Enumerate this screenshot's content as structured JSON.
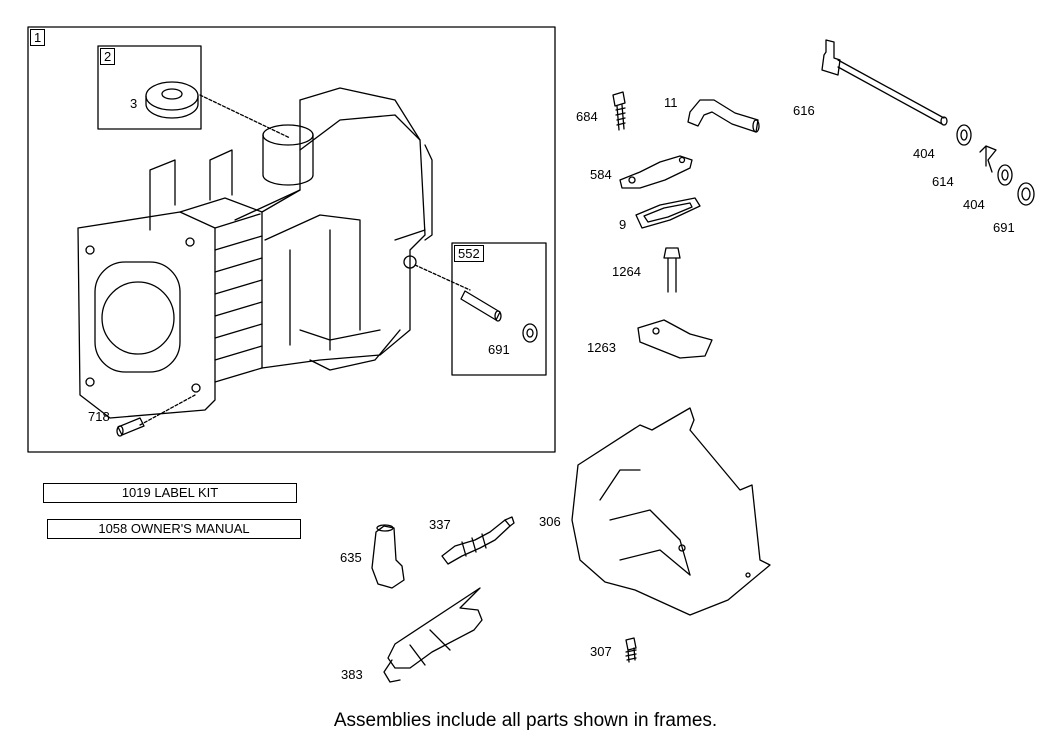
{
  "diagram": {
    "frames": [
      {
        "tag": "1"
      },
      {
        "tag": "2"
      },
      {
        "tag": "552"
      }
    ],
    "part_labels": [
      {
        "id": "p3",
        "text": "3"
      },
      {
        "id": "p718",
        "text": "718"
      },
      {
        "id": "p691a",
        "text": "691"
      },
      {
        "id": "p684",
        "text": "684"
      },
      {
        "id": "p11",
        "text": "11"
      },
      {
        "id": "p616",
        "text": "616"
      },
      {
        "id": "p404a",
        "text": "404"
      },
      {
        "id": "p614",
        "text": "614"
      },
      {
        "id": "p404b",
        "text": "404"
      },
      {
        "id": "p691b",
        "text": "691"
      },
      {
        "id": "p584",
        "text": "584"
      },
      {
        "id": "p9",
        "text": "9"
      },
      {
        "id": "p1264",
        "text": "1264"
      },
      {
        "id": "p1263",
        "text": "1263"
      },
      {
        "id": "p337",
        "text": "337"
      },
      {
        "id": "p306",
        "text": "306"
      },
      {
        "id": "p635",
        "text": "635"
      },
      {
        "id": "p307",
        "text": "307"
      },
      {
        "id": "p383",
        "text": "383"
      }
    ],
    "kits": [
      {
        "text": "1019 LABEL KIT"
      },
      {
        "text": "1058 OWNER'S MANUAL"
      }
    ],
    "footer": "Assemblies include all parts shown in frames."
  }
}
